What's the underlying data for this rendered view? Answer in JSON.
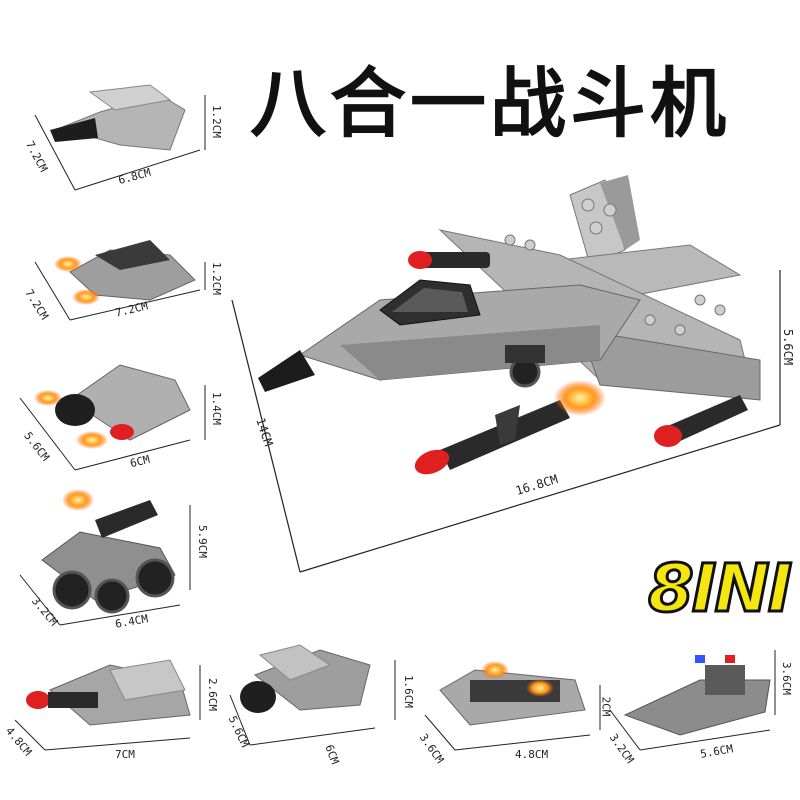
{
  "title": "八合一战斗机",
  "badge": "8INI",
  "models": [
    {
      "name": "mini-jet-1",
      "length": "6.8CM",
      "width": "7.2CM",
      "height": "1.2CM"
    },
    {
      "name": "mini-jet-2",
      "length": "7.2CM",
      "width": "7.2CM",
      "height": "1.2CM"
    },
    {
      "name": "mini-jet-3",
      "length": "6CM",
      "width": "5.6CM",
      "height": "1.4CM"
    },
    {
      "name": "missile-truck",
      "length": "6.4CM",
      "width": "3.2CM",
      "height": "5.9CM"
    },
    {
      "name": "missile-boat",
      "length": "7CM",
      "width": "4.8CM",
      "height": "2.6CM"
    },
    {
      "name": "prop-plane",
      "length": "6CM",
      "width": "5.6CM",
      "height": "1.6CM"
    },
    {
      "name": "hover-craft",
      "length": "4.8CM",
      "width": "3.6CM",
      "height": "2CM"
    },
    {
      "name": "patrol-boat",
      "length": "5.6CM",
      "width": "3.2CM",
      "height": "3.6CM"
    }
  ],
  "main_model": {
    "length": "16.8CM",
    "width": "14CM",
    "height": "5.6CM"
  },
  "colors": {
    "brick_light": "#b9b9b9",
    "brick_mid": "#8e8e8e",
    "brick_dark": "#3a3a3a",
    "missile_red": "#e02020",
    "flame": "#ff8a1a",
    "badge": "#f5e610"
  }
}
